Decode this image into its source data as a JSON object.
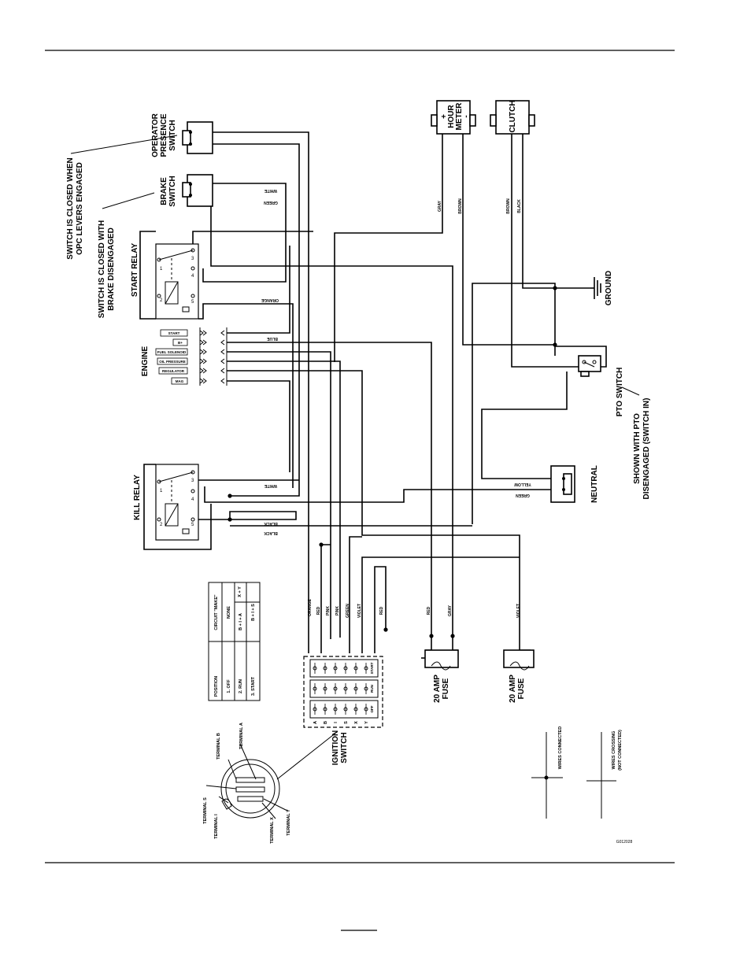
{
  "labels": {
    "operator_presence_switch": [
      "OPERATOR",
      "PRESENCE",
      "SWITCH"
    ],
    "brake_switch": [
      "BRAKE",
      "SWITCH"
    ],
    "opc_note": [
      "SWITCH IS CLOSED WHEN",
      "OPC LEVERS ENGAGED"
    ],
    "brake_note": [
      "SWITCH IS CLOSED WITH",
      "BRAKE DISENGAGED"
    ],
    "start_relay": "START RELAY",
    "engine": "ENGINE",
    "kill_relay": "KILL RELAY",
    "hour_meter": [
      "+",
      "HOUR",
      "METER",
      "-"
    ],
    "clutch": "CLUTCH",
    "ground": "GROUND",
    "pto_switch": "PTO SWITCH",
    "pto_note": [
      "SHOWN WITH PTO",
      "DISENGAGED (SWITCH IN)"
    ],
    "neutral": "NEUTRAL",
    "fuse_1": [
      "20 AMP",
      "FUSE"
    ],
    "fuse_2": [
      "20 AMP",
      "FUSE"
    ],
    "ignition_switch": [
      "IGNITION",
      "SWITCH"
    ],
    "terminal_b": "TERMINAL B",
    "terminal_a": "TERMINAL A",
    "terminal_s": "TERMINAL S",
    "terminal_i": "TERMINAL I",
    "terminal_x": "TERMINAL X",
    "terminal_y": "TERMINAL Y",
    "wires_connected": "WIRES CONNECTED",
    "wires_crossing": [
      "WIRES CROSSING",
      "(NOT CONNECTED)"
    ],
    "figure_id": "G012028"
  },
  "relay_pins": {
    "p1": "1",
    "p2": "2",
    "p3": "3",
    "p4": "4",
    "p5": "5"
  },
  "engine_terminals": [
    "START",
    "B+",
    "FUEL SOLENOID",
    "OIL PRESSURE",
    "REGULATOR",
    "MAG"
  ],
  "ignition_terminals": [
    "A",
    "B",
    "I",
    "S",
    "X",
    "Y"
  ],
  "ignition_positions": [
    "START",
    "RUN",
    "OFF"
  ],
  "wire_labels": {
    "white_top": "WHITE",
    "green_top": "GREEN",
    "orange_sr": "ORANGE",
    "blue": "BLUE",
    "white_kill": "WHITE",
    "black_kill_1": "BLACK",
    "black_kill_2": "BLACK",
    "yellow": "YELLOW",
    "green_neutral": "GREEN",
    "gray_hm": "GRAY",
    "brown_hm": "BROWN",
    "brown_cl": "BROWN",
    "black_cl": "BLACK",
    "ign_orange": "ORANGE",
    "ign_red1": "RED",
    "ign_pink1": "PINK",
    "ign_pink2": "PINK",
    "ign_green": "GREEN",
    "ign_violet": "VIOLET",
    "ign_red2": "RED",
    "fuse1_red": "RED",
    "fuse1_gray": "GRAY",
    "fuse2_violet": "VIOLET"
  },
  "circuit_table": {
    "headers": [
      "POSITION",
      "CIRCUIT \"MAKE\""
    ],
    "rows": [
      [
        "1. OFF",
        "NONE",
        "X + Y"
      ],
      [
        "2. RUN",
        "B + I + A",
        ""
      ],
      [
        "3. START",
        "B + I + S",
        ""
      ]
    ]
  }
}
